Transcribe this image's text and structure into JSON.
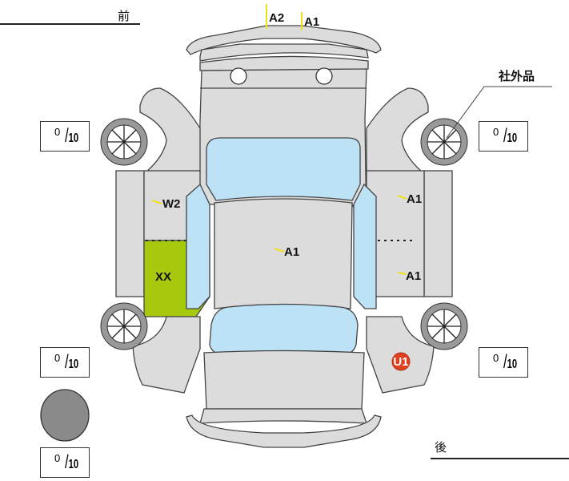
{
  "headers": {
    "front": "前",
    "rear": "後",
    "aftermarket": "社外品"
  },
  "marks": {
    "front_bumper_1": "A2",
    "front_bumper_2": "A1",
    "left_front_door": "W2",
    "right_front_door": "A1",
    "roof": "A1",
    "right_rear_door": "A1",
    "left_rear_door": "XX",
    "right_rear_quarter": "U1"
  },
  "tread": {
    "front_left": {
      "value": "0",
      "max": "10"
    },
    "front_right": {
      "value": "0",
      "max": "10"
    },
    "rear_left": {
      "value": "0",
      "max": "10"
    },
    "rear_right": {
      "value": "0",
      "max": "10"
    },
    "spare": {
      "value": "0",
      "max": "10"
    }
  },
  "colors": {
    "highlight": "#a6c90e",
    "u1": "#e0401f",
    "mark": "#f0e020"
  }
}
